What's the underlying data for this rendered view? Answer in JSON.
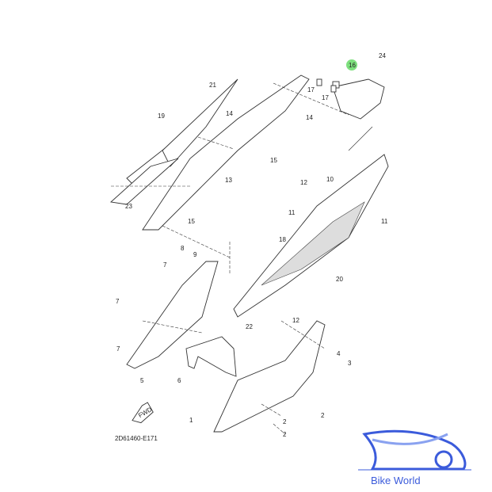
{
  "diagram": {
    "callouts": [
      "16",
      "24",
      "17",
      "17",
      "21",
      "19",
      "14",
      "14",
      "15",
      "13",
      "23",
      "15",
      "12",
      "10",
      "11",
      "11",
      "18",
      "8",
      "9",
      "7",
      "20",
      "7",
      "22",
      "12",
      "7",
      "5",
      "6",
      "4",
      "3",
      "2",
      "2",
      "2",
      "1"
    ],
    "highlighted_callout": "16",
    "highlight_color": "#7ee07e",
    "direction_marker": "FWD",
    "drawing_code": "2D61460-E171"
  },
  "watermark": {
    "brand": "Bike World",
    "color": "#3b5bdb"
  }
}
